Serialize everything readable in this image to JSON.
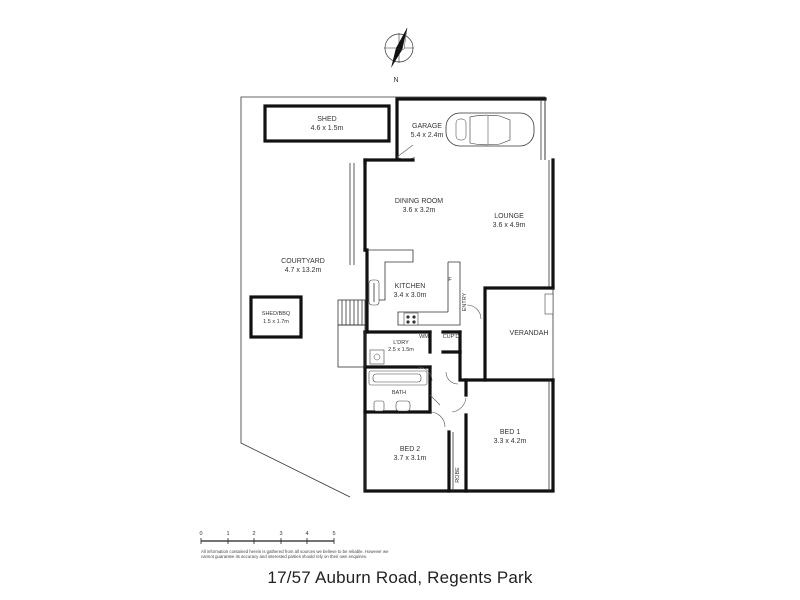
{
  "compass": {
    "label": "N"
  },
  "rooms": {
    "shed": {
      "name": "SHED",
      "size": "4.6 x 1.5m"
    },
    "garage": {
      "name": "GARAGE",
      "size": "5.4 x 2.4m"
    },
    "dining": {
      "name": "DINING ROOM",
      "size": "3.6 x 3.2m"
    },
    "lounge": {
      "name": "LOUNGE",
      "size": "3.6 x 4.9m"
    },
    "courtyard": {
      "name": "COURTYARD",
      "size": "4.7 x 13.2m"
    },
    "kitchen": {
      "name": "KITCHEN",
      "size": "3.4 x 3.0m"
    },
    "shed_bbq": {
      "name": "SHED/BBQ",
      "size": "1.5 x 1.7m"
    },
    "laundry": {
      "name": "L'DRY",
      "size": "2.5 x 1.5m"
    },
    "verandah": {
      "name": "VERANDAH"
    },
    "bath": {
      "name": "BATH"
    },
    "bed1": {
      "name": "BED 1",
      "size": "3.3 x 4.2m"
    },
    "bed2": {
      "name": "BED 2",
      "size": "3.7 x 3.1m"
    }
  },
  "small_labels": {
    "entry": "ENTRY",
    "wm": "WM",
    "cupd": "CUP'D",
    "robe": "ROBE",
    "fridge": "F"
  },
  "scale_bar": {
    "ticks": [
      "0",
      "1",
      "2",
      "3",
      "4",
      "5"
    ]
  },
  "disclaimer": "All information contained herein is gathered from all sources we believe to be reliable. However we cannot guarantee its accuracy and interested parties should rely on their own enquiries.",
  "address": "17/57 Auburn Road, Regents Park"
}
